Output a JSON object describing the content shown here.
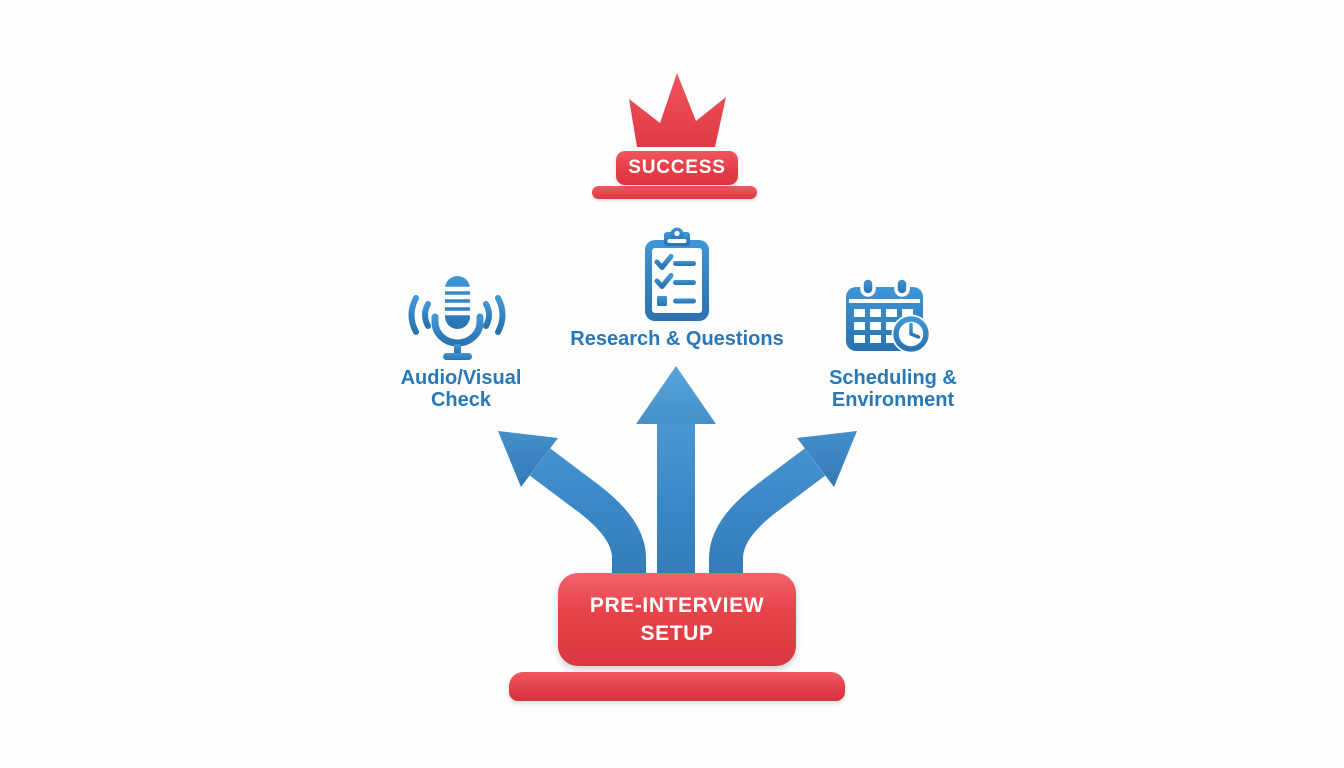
{
  "diagram": {
    "type": "process-flow",
    "success": {
      "label": "SUCCESS",
      "icon": "crown-icon"
    },
    "branches": [
      {
        "icon": "microphone-icon",
        "label_line1": "Audio/Visual",
        "label_line2": "Check"
      },
      {
        "icon": "checklist-clipboard-icon",
        "label_line1": "Research & Questions",
        "label_line2": ""
      },
      {
        "icon": "calendar-clock-icon",
        "label_line1": "Scheduling &",
        "label_line2": "Environment"
      }
    ],
    "root_node": {
      "line1": "PRE-INTERVIEW",
      "line2": "SETUP"
    },
    "colors": {
      "red": "#e8434b",
      "red_light": "#f0555d",
      "red_dark": "#d93840",
      "blue": "#2f80c0",
      "blue_light": "#55a2dc",
      "blue_dark": "#2b6ca8",
      "label_text_blue": "#2878b8",
      "text_on_red": "#ffffff",
      "background": "#fdfdfd"
    }
  }
}
